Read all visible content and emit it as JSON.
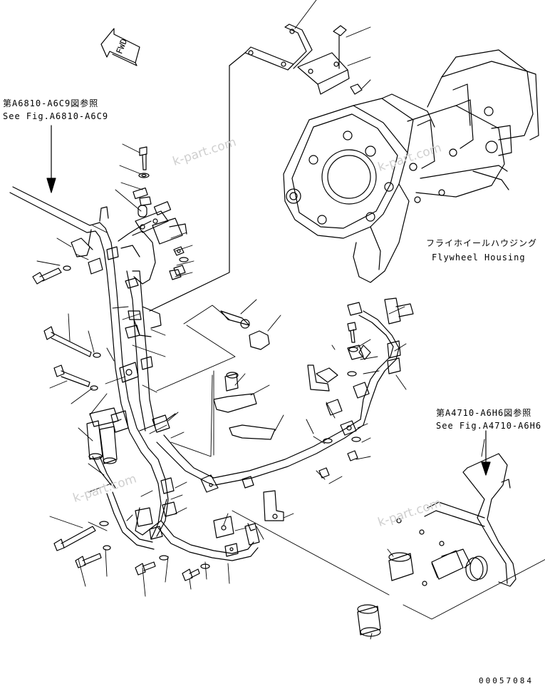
{
  "labels": {
    "ref_top_jp": "第A6810-A6C9図参照",
    "ref_top_en": "See Fig.A6810-A6C9",
    "housing_jp": "フライホイールハウジング",
    "housing_en": "Flywheel Housing",
    "ref_right_jp": "第A4710-A6H6図参照",
    "ref_right_en": "See Fig.A4710-A6H6",
    "fwd": "FWD",
    "drawing_number": "00057084"
  },
  "watermarks": [
    "k-part.com",
    "k-part.com",
    "k-part.com",
    "k-part.com"
  ]
}
